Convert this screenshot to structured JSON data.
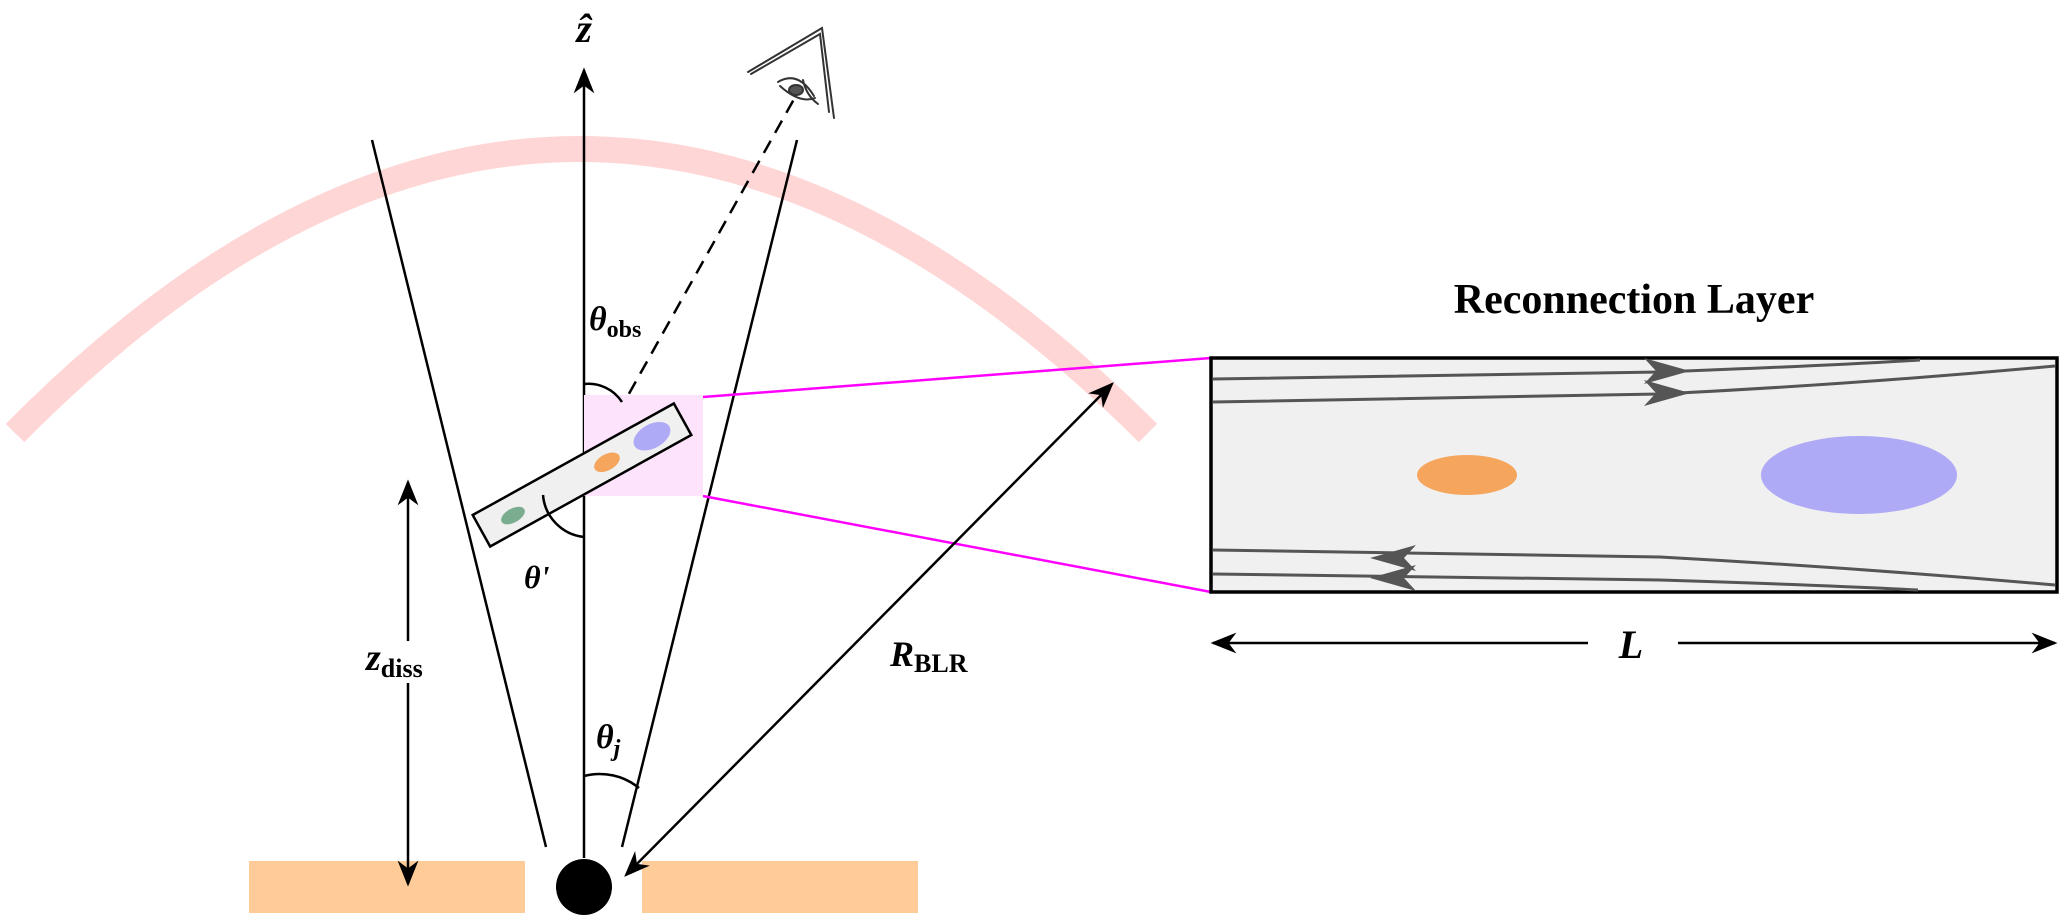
{
  "labels": {
    "z_axis": "ẑ",
    "theta_obs": {
      "sym": "θ",
      "sub": "obs"
    },
    "theta_prime": "θ'",
    "z_diss": {
      "sym": "z",
      "sub": "diss"
    },
    "theta_j": {
      "sym": "θ",
      "sub": "j"
    },
    "r_blr": {
      "sym": "R",
      "sub": "BLR"
    },
    "layer_title": "Reconnection Layer",
    "length": "L"
  },
  "icons": {
    "observer": "eye-icon",
    "black_hole": "black-hole-dot"
  },
  "colors": {
    "blr_arc": "#ffd6d6",
    "disk": "#ffcc99",
    "layer_fill": "#f0f0f0",
    "highlight": "#fde3fb",
    "connector": "#ff00ff",
    "plasmoid_orange": "#f5a55c",
    "plasmoid_blue": "#aeaaf6",
    "plasmoid_green": "#7aad8f",
    "field_lines": "#555555",
    "lines": "#000000"
  }
}
